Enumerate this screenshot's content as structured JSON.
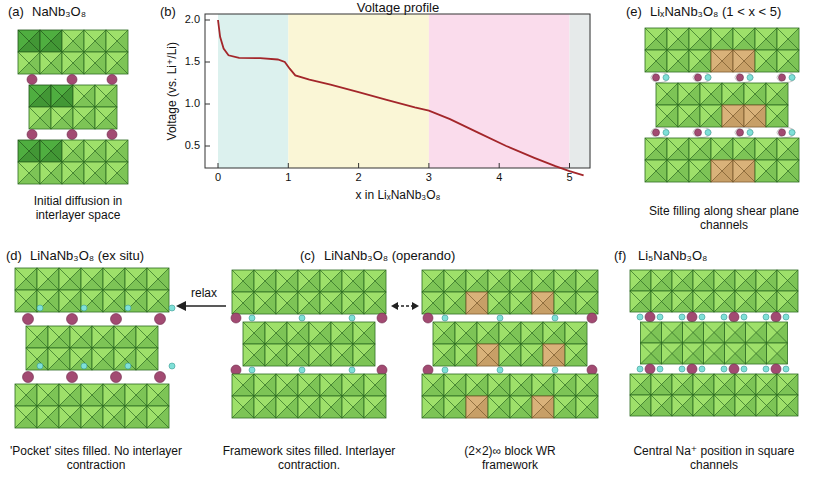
{
  "diagram": {
    "labels": [
      "(a)",
      "NaNb₃O₈",
      "Initial diffusion in interlayer space",
      "(b)",
      "Voltage profile",
      "Voltage (vs. Li⁺/Li)",
      "2.0",
      "1.5",
      "1.0",
      "0.5",
      "0",
      "1",
      "2",
      "3",
      "4",
      "5",
      "x in LiₓNaNb₃O₈",
      "(e)",
      "LiₓNaNb₃O₈ (1 < x < 5)",
      "Site filling along shear plane channels",
      "(d)",
      "LiNaNb₃O₈ (ex situ)",
      "'Pocket' sites filled. No interlayer contraction",
      "relax",
      "(c)",
      "LiNaNb₃O₈ (operando)",
      "Framework sites filled. Interlayer contraction.",
      "(2×2)∞ block WR framework",
      "(f)",
      "Li₅NaNb₃O₈",
      "Central Na⁺ position in square channels"
    ]
  }
}
